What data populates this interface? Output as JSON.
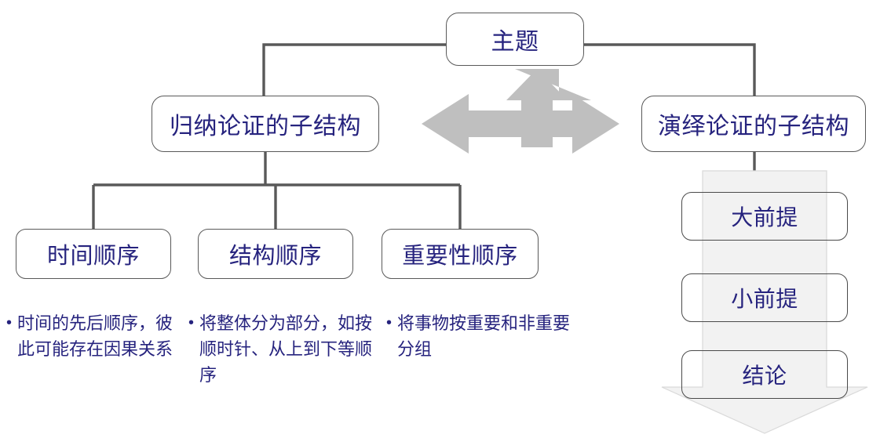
{
  "diagram": {
    "title_node": {
      "label": "主题"
    },
    "branches": [
      {
        "id": "inductive",
        "label": "归纳论证的子结构"
      },
      {
        "id": "deductive",
        "label": "演绎论证的子结构"
      }
    ],
    "inductive_leaves": [
      {
        "label": "时间顺序"
      },
      {
        "label": "结构顺序"
      },
      {
        "label": "重要性顺序"
      }
    ],
    "inductive_notes": [
      {
        "bullet": "•",
        "text": "时间的先后顺序，彼此可能存在因果关系"
      },
      {
        "bullet": "•",
        "text": "将整体分为部分，如按顺时针、从上到下等顺序"
      },
      {
        "bullet": "•",
        "text": "将事物按重要和非重要分组"
      }
    ],
    "deductive_steps": [
      {
        "label": "大前提"
      },
      {
        "label": "小前提"
      },
      {
        "label": "结论"
      }
    ],
    "icons": {
      "center_arrow": "three-way-arrow-icon",
      "flow_arrow": "down-block-arrow-icon"
    },
    "colors": {
      "text_blue": "#26237e",
      "connector_gray": "#595959",
      "center_arrow_gray": "#bfbfbf",
      "flow_arrow_fill": "#f2f2f2",
      "flow_arrow_stroke": "#d0d0d0",
      "background": "#ffffff"
    }
  }
}
